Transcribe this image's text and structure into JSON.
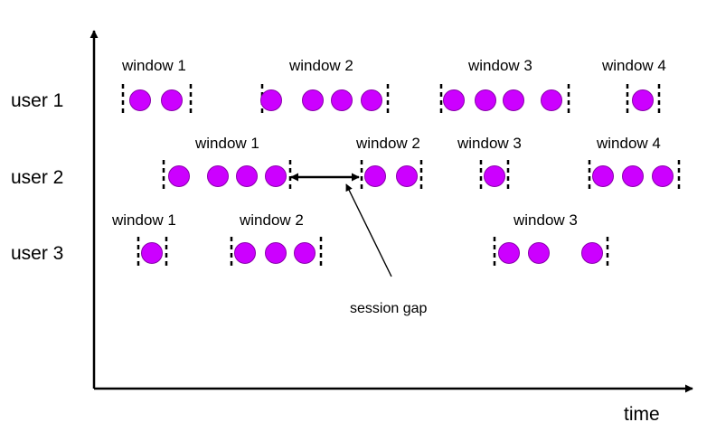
{
  "diagram": {
    "colors": {
      "dot": "#cc00ff",
      "dot_stroke": "#8800aa",
      "line": "#000000"
    },
    "axis": {
      "x_label": "time"
    },
    "users": [
      {
        "label": "user 1",
        "windows": [
          {
            "label": "window 1",
            "events": 2
          },
          {
            "label": "window 2",
            "events": 4
          },
          {
            "label": "window 3",
            "events": 4
          },
          {
            "label": "window 4",
            "events": 1
          }
        ]
      },
      {
        "label": "user 2",
        "windows": [
          {
            "label": "window 1",
            "events": 4
          },
          {
            "label": "window 2",
            "events": 2
          },
          {
            "label": "window 3",
            "events": 1
          },
          {
            "label": "window 4",
            "events": 3
          }
        ]
      },
      {
        "label": "user 3",
        "windows": [
          {
            "label": "window 1",
            "events": 1
          },
          {
            "label": "window 2",
            "events": 3
          },
          {
            "label": "window 3",
            "events": 3
          }
        ]
      }
    ],
    "annotation": {
      "label": "session gap"
    }
  }
}
